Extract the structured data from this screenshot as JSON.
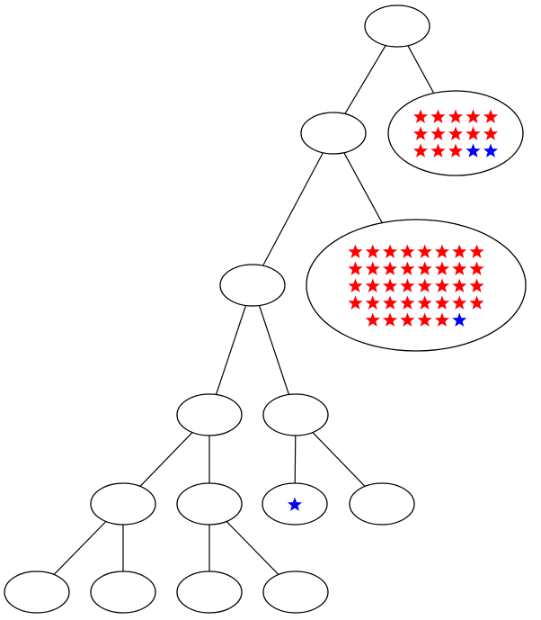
{
  "diagram": {
    "type": "tree",
    "colors": {
      "star_red": "#ff0000",
      "star_blue": "#0000ff",
      "outline": "#000000",
      "background": "#ffffff"
    },
    "nodes": [
      {
        "id": "root",
        "parent": null,
        "stars": []
      },
      {
        "id": "n1",
        "parent": "root",
        "stars": []
      },
      {
        "id": "leaf-a",
        "parent": "root",
        "stars": [
          [
            "red",
            "red",
            "red",
            "red",
            "red"
          ],
          [
            "red",
            "red",
            "red",
            "red",
            "red"
          ],
          [
            "red",
            "red",
            "red",
            "blue",
            "blue"
          ]
        ]
      },
      {
        "id": "n2",
        "parent": "n1",
        "stars": []
      },
      {
        "id": "leaf-b",
        "parent": "n1",
        "stars": [
          [
            "red",
            "red",
            "red",
            "red",
            "red",
            "red",
            "red",
            "red"
          ],
          [
            "red",
            "red",
            "red",
            "red",
            "red",
            "red",
            "red",
            "red"
          ],
          [
            "red",
            "red",
            "red",
            "red",
            "red",
            "red",
            "red",
            "red"
          ],
          [
            "red",
            "red",
            "red",
            "red",
            "red",
            "red",
            "red",
            "red"
          ],
          [
            "red",
            "red",
            "red",
            "red",
            "red",
            "blue"
          ]
        ]
      },
      {
        "id": "n3",
        "parent": "n2",
        "stars": []
      },
      {
        "id": "n4",
        "parent": "n2",
        "stars": []
      },
      {
        "id": "n5",
        "parent": "n3",
        "stars": []
      },
      {
        "id": "n6",
        "parent": "n3",
        "stars": []
      },
      {
        "id": "leaf-c",
        "parent": "n4",
        "stars": [
          [
            "blue"
          ]
        ]
      },
      {
        "id": "leaf-d",
        "parent": "n4",
        "stars": []
      },
      {
        "id": "leaf-e",
        "parent": "n5",
        "stars": []
      },
      {
        "id": "leaf-f",
        "parent": "n5",
        "stars": []
      },
      {
        "id": "leaf-g",
        "parent": "n6",
        "stars": []
      },
      {
        "id": "leaf-h",
        "parent": "n6",
        "stars": []
      }
    ]
  }
}
